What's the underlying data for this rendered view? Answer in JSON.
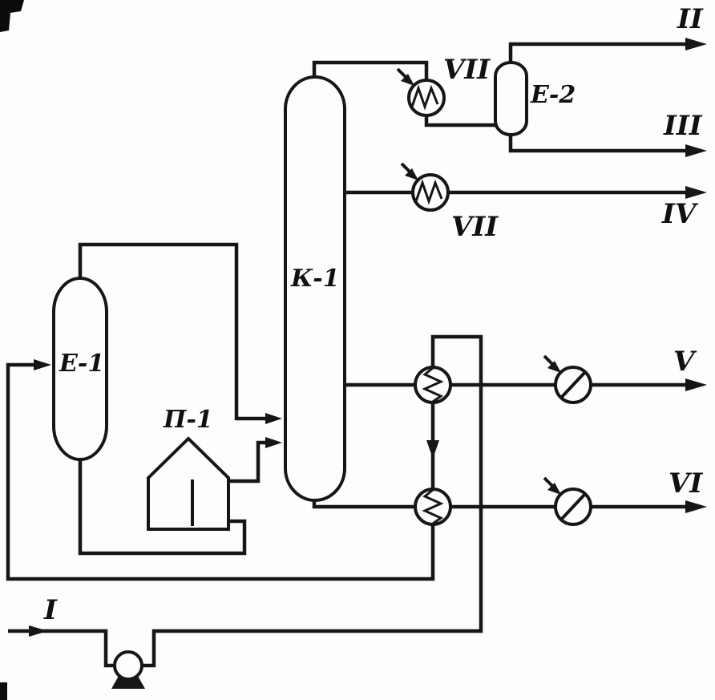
{
  "diagram": {
    "kind": "process-flow-scheme",
    "equipment": {
      "k1": "К-1",
      "e1": "Е-1",
      "e2": "Е-2",
      "p1": "П-1"
    },
    "streams": {
      "i": "I",
      "ii": "II",
      "iii": "III",
      "iv": "IV",
      "v": "V",
      "vi": "VI",
      "vii_condenser": "VII",
      "vii_cooler": "VII"
    },
    "colors": {
      "ink": "#161616",
      "paper": "#fdfdfc"
    }
  }
}
